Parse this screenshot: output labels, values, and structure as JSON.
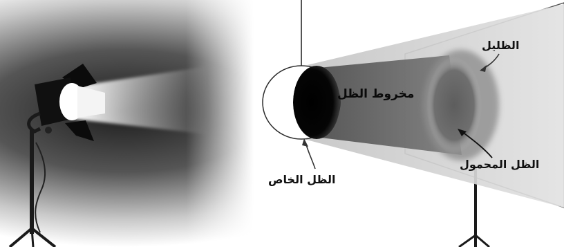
{
  "labels": {
    "cone_of_shadow": "مخروط الظل",
    "penumbra": "الظليل",
    "umbra": "الظل الخاص",
    "cast_shadow": "الظل المحمول"
  }
}
